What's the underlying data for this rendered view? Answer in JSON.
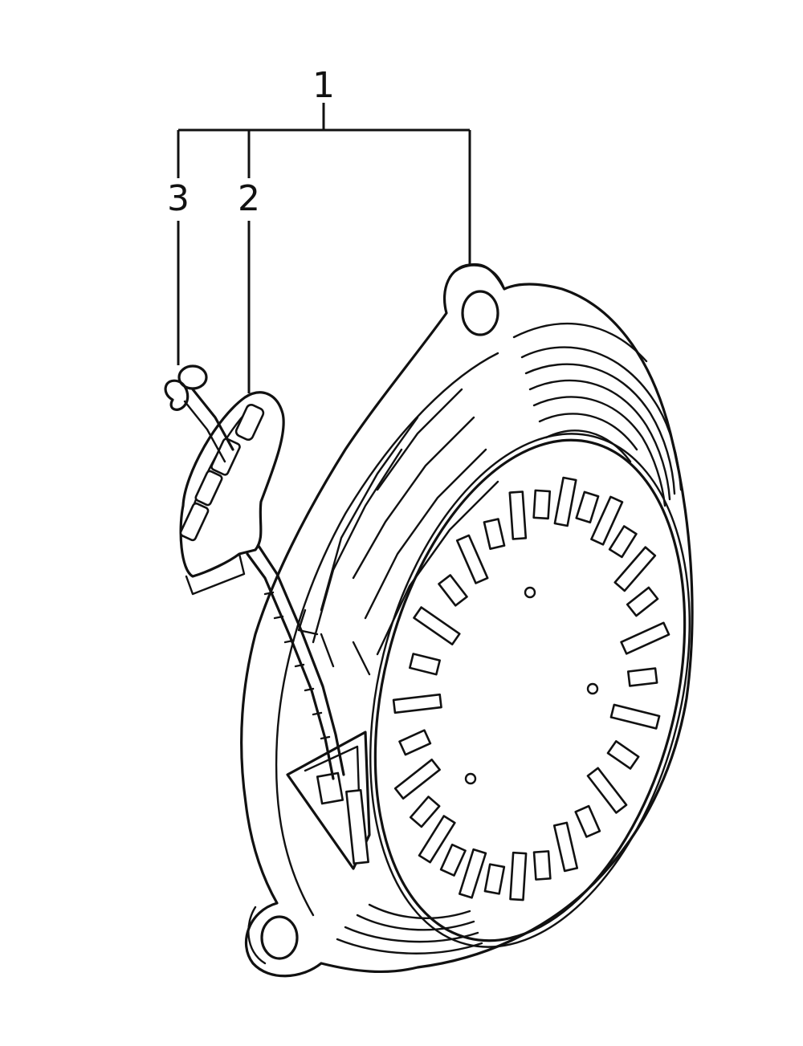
{
  "callouts": {
    "part_1": "1",
    "part_2": "2",
    "part_3": "3"
  },
  "colors": {
    "line": "#111111",
    "background": "#ffffff"
  }
}
